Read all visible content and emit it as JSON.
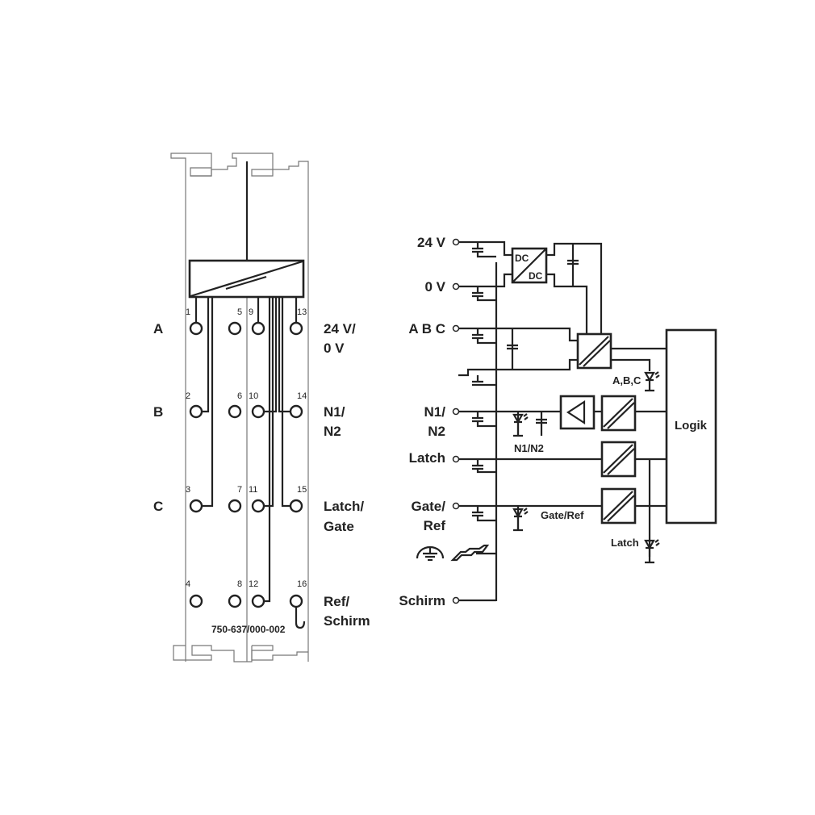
{
  "module": {
    "rows": [
      "A",
      "B",
      "C"
    ],
    "terminal_numbers": [
      "1",
      "5",
      "9",
      "13",
      "2",
      "6",
      "10",
      "14",
      "3",
      "7",
      "11",
      "15",
      "4",
      "8",
      "12",
      "16"
    ],
    "right_labels": [
      [
        "24 V/",
        "0 V"
      ],
      [
        "N1/",
        "N2"
      ],
      [
        "Latch/",
        "Gate"
      ],
      [
        "Ref/",
        "Schirm"
      ]
    ],
    "part_number": "750-637/000-002"
  },
  "schematic": {
    "inputs": [
      "24 V",
      "0 V",
      "A B C",
      "N1/",
      "N2",
      "Latch",
      "Gate/",
      "Ref",
      "Schirm"
    ],
    "dcdc": [
      "DC",
      "DC"
    ],
    "led_labels": [
      "A,B,C",
      "N1/N2",
      "Gate/Ref",
      "Latch"
    ],
    "logic_label": "Logik"
  }
}
